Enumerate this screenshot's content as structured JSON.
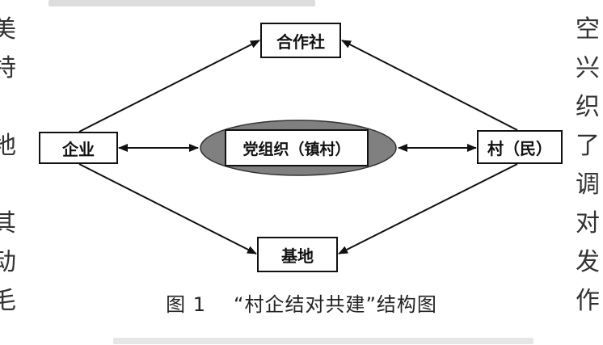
{
  "nodes": {
    "cooperative": "合作社",
    "enterprise": "企业",
    "party_org": "党组织（镇村）",
    "village": "村（民）",
    "base": "基地"
  },
  "caption": {
    "number": "图 1",
    "title": "“村企结对共建”结构图"
  },
  "side_text": {
    "left": [
      "美",
      "特",
      "、",
      "地",
      "、",
      "其",
      "动",
      "毛"
    ],
    "right": [
      "空",
      "兴",
      "织",
      "了",
      "调",
      "对",
      "发",
      "作"
    ]
  },
  "colors": {
    "ellipse_fill": "#808080",
    "stroke": "#111111"
  }
}
